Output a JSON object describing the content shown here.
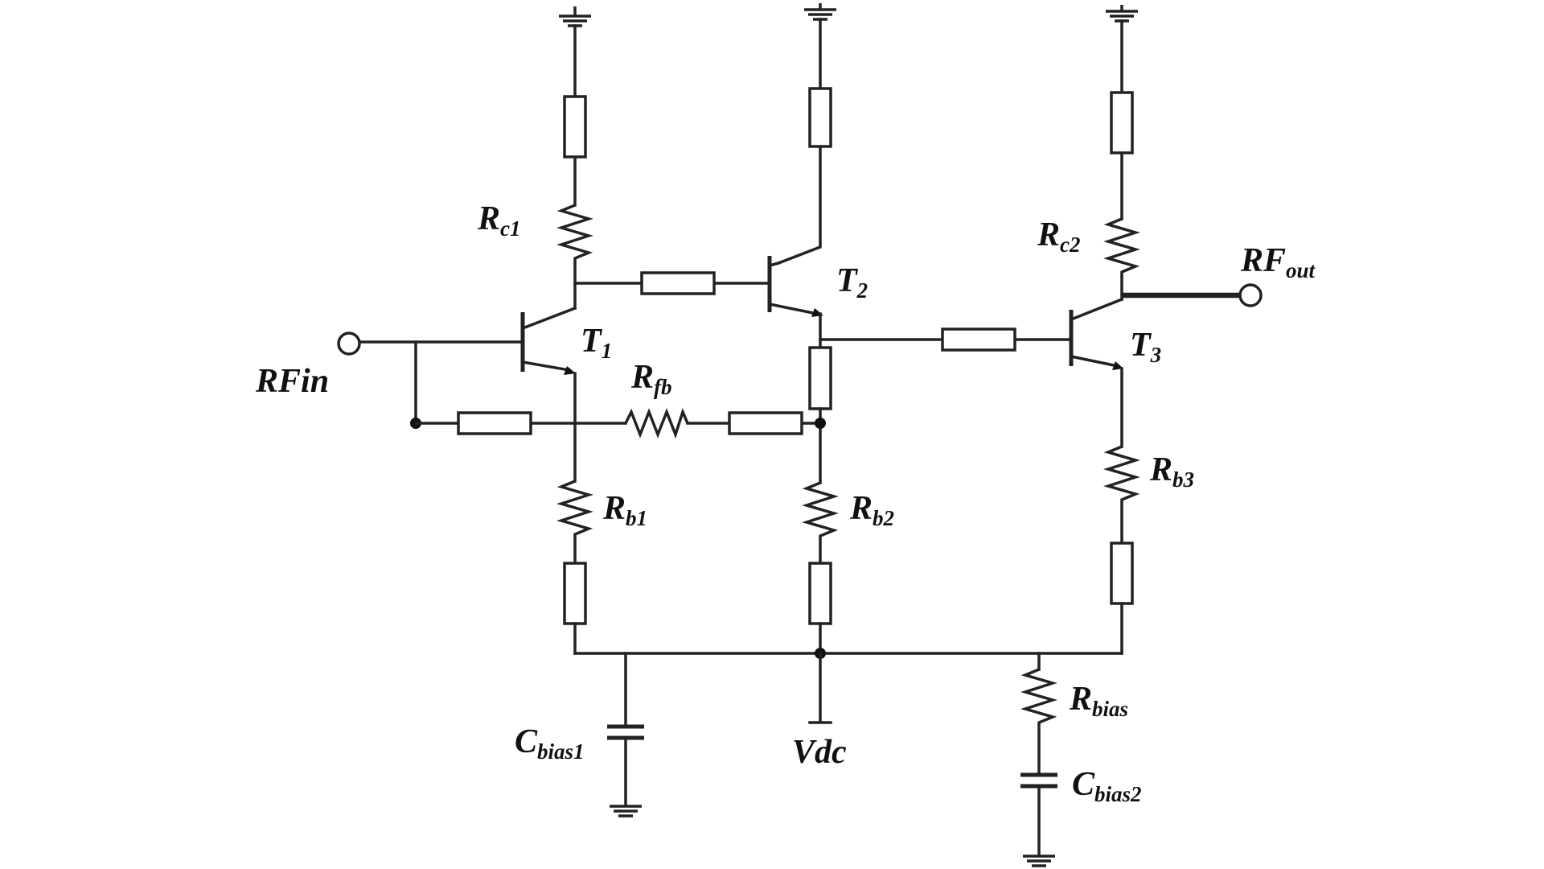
{
  "labels": {
    "rc1": {
      "main": "R",
      "sub": "c1"
    },
    "rc2": {
      "main": "R",
      "sub": "c2"
    },
    "t1": {
      "main": "T",
      "sub": "1"
    },
    "t2": {
      "main": "T",
      "sub": "2"
    },
    "t3": {
      "main": "T",
      "sub": "3"
    },
    "rfin": {
      "main": "RFin"
    },
    "rfout": {
      "main": "RF",
      "sub": "out"
    },
    "rfb": {
      "main": "R",
      "sub": "fb"
    },
    "rb1": {
      "main": "R",
      "sub": "b1"
    },
    "rb2": {
      "main": "R",
      "sub": "b2"
    },
    "rb3": {
      "main": "R",
      "sub": "b3"
    },
    "rbias": {
      "main": "R",
      "sub": "bias"
    },
    "cbias1": {
      "main": "C",
      "sub": "bias1"
    },
    "cbias2": {
      "main": "C",
      "sub": "bias2"
    },
    "vdc": {
      "main": "Vdc"
    }
  }
}
